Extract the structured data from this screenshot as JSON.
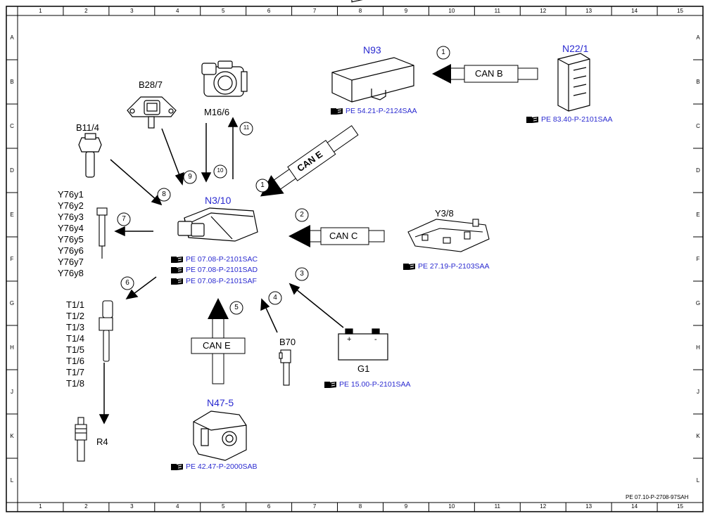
{
  "grid": {
    "columns": [
      "1",
      "2",
      "3",
      "4",
      "5",
      "6",
      "7",
      "8",
      "9",
      "10",
      "11",
      "12",
      "13",
      "14",
      "15"
    ],
    "rows": [
      "A",
      "B",
      "C",
      "D",
      "E",
      "F",
      "G",
      "H",
      "J",
      "K",
      "L"
    ]
  },
  "doc_id": "PE 07.10-P-2708-97SAH",
  "components": {
    "n93": {
      "label": "N93",
      "ref": "PE 54.21-P-2124SAA"
    },
    "n22_1": {
      "label": "N22/1",
      "ref": "PE 83.40-P-2101SAA"
    },
    "b28_7": {
      "label": "B28/7"
    },
    "m16_6": {
      "label": "M16/6"
    },
    "b11_4": {
      "label": "B11/4"
    },
    "n3_10": {
      "label": "N3/10",
      "refs": [
        "PE 07.08-P-2101SAC",
        "PE 07.08-P-2101SAD",
        "PE 07.08-P-2101SAF"
      ]
    },
    "y76": {
      "labels": [
        "Y76y1",
        "Y76y2",
        "Y76y3",
        "Y76y4",
        "Y76y5",
        "Y76y6",
        "Y76y7",
        "Y76y8"
      ]
    },
    "y3_8": {
      "label": "Y3/8",
      "ref": "PE 27.19-P-2103SAA"
    },
    "t1": {
      "labels": [
        "T1/1",
        "T1/2",
        "T1/3",
        "T1/4",
        "T1/5",
        "T1/6",
        "T1/7",
        "T1/8"
      ]
    },
    "r4": {
      "label": "R4"
    },
    "b70": {
      "label": "B70"
    },
    "g1": {
      "label": "G1",
      "ref": "PE 15.00-P-2101SAA",
      "plus": "+",
      "minus": "-"
    },
    "n47_5": {
      "label": "N47-5",
      "ref": "PE 42.47-P-2000SAB"
    }
  },
  "buses": {
    "can_b": "CAN B",
    "can_e_top": "CAN E",
    "can_c": "CAN C",
    "can_e_bottom": "CAN E"
  },
  "callouts": [
    "1",
    "1",
    "2",
    "3",
    "4",
    "5",
    "6",
    "7",
    "8",
    "9",
    "10",
    "11"
  ]
}
